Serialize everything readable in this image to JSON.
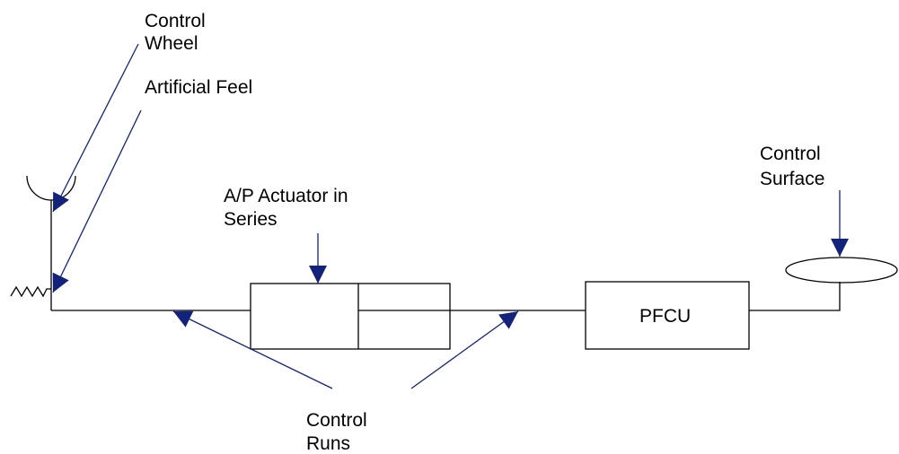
{
  "labels": {
    "control_wheel_line1": "Control",
    "control_wheel_line2": "Wheel",
    "artificial_feel": "Artificial Feel",
    "actuator_line1": "A/P Actuator in",
    "actuator_line2": "Series",
    "control_surface_line1": "Control",
    "control_surface_line2": "Surface",
    "pfcu": "PFCU",
    "control_runs_line1": "Control",
    "control_runs_line2": "Runs"
  },
  "colors": {
    "arrow": "#14237a",
    "line": "#000000",
    "background": "#ffffff"
  }
}
